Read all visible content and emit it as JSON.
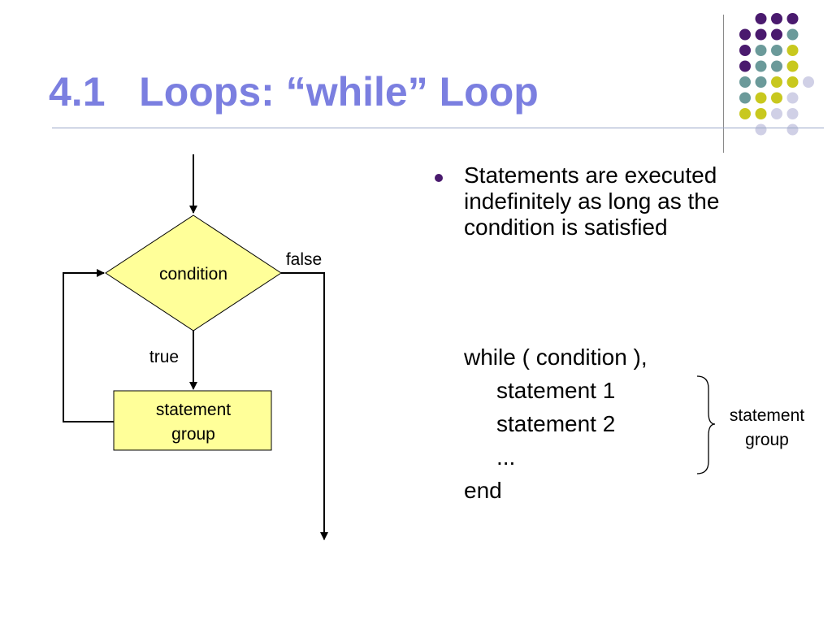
{
  "slide": {
    "title": "4.1   Loops: “while” Loop",
    "colors": {
      "title": "#7b7fe0",
      "diagram_fill": "#ffff99",
      "dot_purple": "#4a1a6e",
      "dot_teal": "#6b9a9a",
      "dot_yellow": "#c8c81e",
      "dot_lavender": "#d0d0e6"
    }
  },
  "flowchart": {
    "decision_label": "condition",
    "process_label_line1": "statement",
    "process_label_line2": "group",
    "true_label": "true",
    "false_label": "false"
  },
  "bullets": [
    {
      "text": "Statements are executed indefinitely as long as the condition is satisfied"
    }
  ],
  "code": {
    "line1": "while ( condition ),",
    "line2": "statement 1",
    "line3": "statement 2",
    "line4": "...",
    "line5": "end"
  },
  "brace_label": {
    "line1": "statement",
    "line2": "group"
  }
}
